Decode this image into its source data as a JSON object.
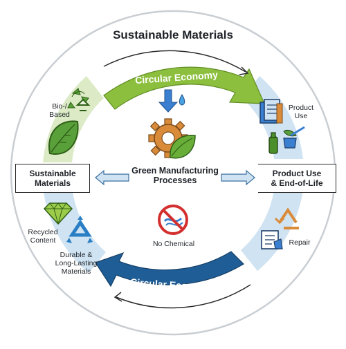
{
  "title": "Sustainable Materials",
  "top_arrow": {
    "label": "Circular Economy",
    "color": "#8dbf3f"
  },
  "bottom_arrow": {
    "label": "Circular Economy",
    "color": "#1f5d96"
  },
  "center": {
    "label_line1": "Green Manufacturing",
    "label_line2": "Processes"
  },
  "left_box": {
    "line1": "Sustainable",
    "line2": "Materials"
  },
  "right_box": {
    "line1": "Product Use",
    "line2": "& End-of-Life"
  },
  "nodes": {
    "bio_based": {
      "line1": "Bio-/",
      "line2": "Based"
    },
    "product_use": {
      "line1": "Product",
      "line2": "Use"
    },
    "recycled_content": {
      "line1": "Recycled",
      "line2": "Content"
    },
    "durable": {
      "line1": "Durable &",
      "line2": "Long-Lasting",
      "line3": "Materials"
    },
    "repair": {
      "label": "Repair"
    },
    "no_chemical": {
      "label": "No Chemical"
    }
  },
  "colors": {
    "green": "#8dbf3f",
    "blue": "#1f5d96",
    "light_blue": "#cfe3f2",
    "light_green": "#dcebc6",
    "orange": "#d98b3a"
  },
  "icons": [
    "recycle-icon",
    "leaf-icon",
    "gear-leaf-icon",
    "water-drop-icon",
    "diamond-icon",
    "no-chemical-icon",
    "documents-icon",
    "bottle-icon",
    "repair-document-icon"
  ]
}
